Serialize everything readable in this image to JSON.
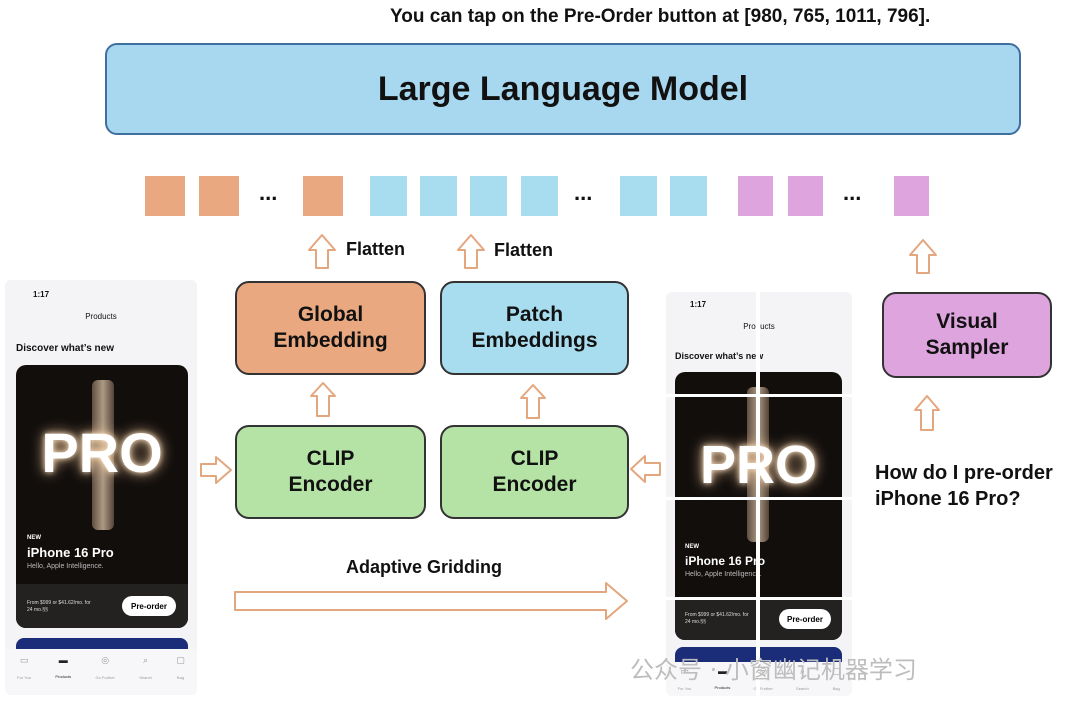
{
  "answer_text": "You can tap on the Pre-Order button at [980, 765, 1011, 796].",
  "llm_label": "Large Language Model",
  "dots": "...",
  "flatten_label": "Flatten",
  "global_embedding": [
    "Global",
    "Embedding"
  ],
  "patch_embeddings": [
    "Patch",
    "Embeddings"
  ],
  "clip_encoder": [
    "CLIP",
    "Encoder"
  ],
  "visual_sampler": [
    "Visual",
    "Sampler"
  ],
  "adaptive_gridding": "Adaptive Gridding",
  "query": [
    "How do I pre-order",
    "iPhone 16 Pro?"
  ],
  "token_colors": {
    "global": "#e9a87f",
    "patch": "#a8dcef",
    "sampler": "#dea4de"
  },
  "screenshot": {
    "time": "1:17",
    "title": "Products",
    "discover": "Discover what’s new",
    "hero": "PRO",
    "new_tag": "NEW",
    "product": "iPhone 16 Pro",
    "tagline": "Hello, Apple Intelligence.",
    "price": [
      "From $999 or $41.62/mo. for",
      "24 mo.§§"
    ],
    "preorder": "Pre-order",
    "tabs": [
      "For You",
      "Products",
      "Go Further",
      "Search",
      "Bag"
    ],
    "tab_icons": [
      "document-icon",
      "laptop-icon",
      "compass-icon",
      "search-icon",
      "bag-icon"
    ]
  },
  "watermark": "公众号 · 小窗幽记机器学习"
}
